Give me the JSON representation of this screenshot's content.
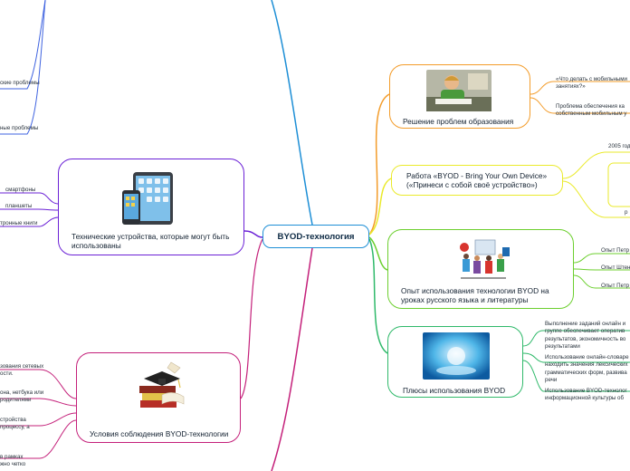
{
  "center": {
    "label": "BYOD-технология"
  },
  "branches": {
    "education": {
      "label": "Решение проблем образования",
      "color": "#f39c2a"
    },
    "byod_work": {
      "line1": "Работа «BYOD - Bring Your Own Device»",
      "line2": "(«Принеси с собой своё устройство»)",
      "color": "#eaea2b"
    },
    "experience": {
      "label": "Опыт использования технологии BYOD на уроках русского языка и литературы",
      "color": "#6ccf2e"
    },
    "pluses": {
      "label": "Плюсы использования BYOD",
      "color": "#2fb96a"
    },
    "devices": {
      "label": "Технические устройства, которые могут быть использованы",
      "color": "#6b21d6"
    },
    "conditions": {
      "label": "Условия соблюдения BYOD-технологии",
      "color": "#c4207a"
    }
  },
  "leaves": {
    "edu_q1": "«Что делать с мобильными",
    "edu_q1b": "занятиях?»",
    "edu_q2": "Проблема обеспечения ка",
    "edu_q2b": "собственным мобильным у",
    "byod_year": "2005 год",
    "byod_r": "р",
    "exp_1": "Опыт Петр",
    "exp_2": "Опыт Штен",
    "exp_3": "Опыт Петр",
    "plus_1a": "Выполнение заданий онлайн и",
    "plus_1b": "группе обеспечивает оператив",
    "plus_1c": "результатов, экономичность во",
    "plus_1d": "результатами",
    "plus_2a": "Использование онлайн-словаре",
    "plus_2b": "находить значения лексических",
    "plus_2c": "грамматических форм, развива",
    "plus_2d": "речи",
    "plus_3a": "Использование BYOD-технолог",
    "plus_3b": "информационной культуры об",
    "top_1": "ские проблемы",
    "top_2": "ные проблемы",
    "dev_1": "смартфоны",
    "dev_2": "планшеты",
    "dev_3": "тронные книги",
    "cond_1a": "зования сетевых",
    "cond_1b": "ости.",
    "cond_2a": "она, нетбука или",
    "cond_2b": "родителями",
    "cond_3a": "стройства",
    "cond_3b": "процессу, а",
    "cond_4a": "в рамках",
    "cond_4b": "жно четко"
  },
  "colors": {
    "center": "#1e8fd6",
    "blue_left": "#3f63e0",
    "devices": "#6b21d6",
    "conditions": "#c4207a",
    "education": "#f39c2a",
    "byod_work": "#eaea2b",
    "experience": "#6ccf2e",
    "pluses": "#2fb96a"
  }
}
